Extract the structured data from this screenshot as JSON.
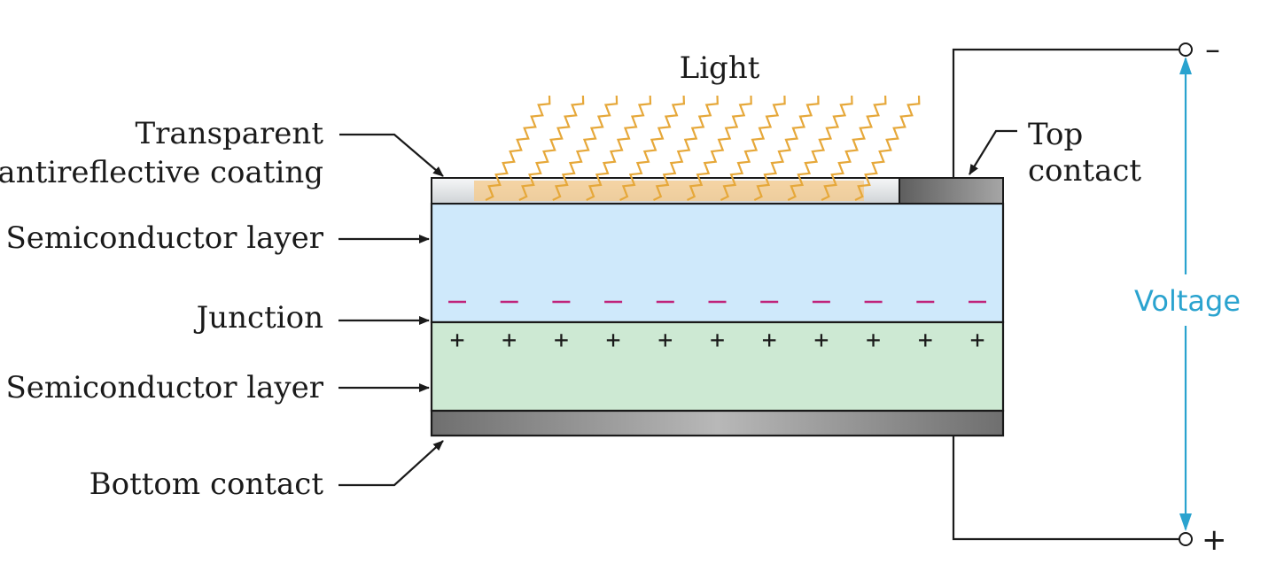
{
  "diagram": {
    "light_label": "Light",
    "labels": {
      "coating_line1": "Transparent",
      "coating_line2": "antireflective coating",
      "semiconductor_top": "Semiconductor layer",
      "junction": "Junction",
      "semiconductor_bottom": "Semiconductor layer",
      "bottom_contact": "Bottom contact",
      "top_contact_line1": "Top",
      "top_contact_line2": "contact"
    },
    "voltage_label": "Voltage",
    "terminal_negative": "–",
    "terminal_positive": "+",
    "junction_negative_symbol": "–",
    "junction_positive_symbol": "+",
    "charge_count": 11,
    "light_ray_count": 12,
    "colors": {
      "top_layer": "#cfe9fb",
      "bottom_layer": "#cde9d3",
      "contact": "#8a8a8a",
      "coating": "#e3e6e8",
      "light": "#e6a83a",
      "negative_charge": "#c0237a",
      "voltage": "#2aa3cf"
    }
  }
}
